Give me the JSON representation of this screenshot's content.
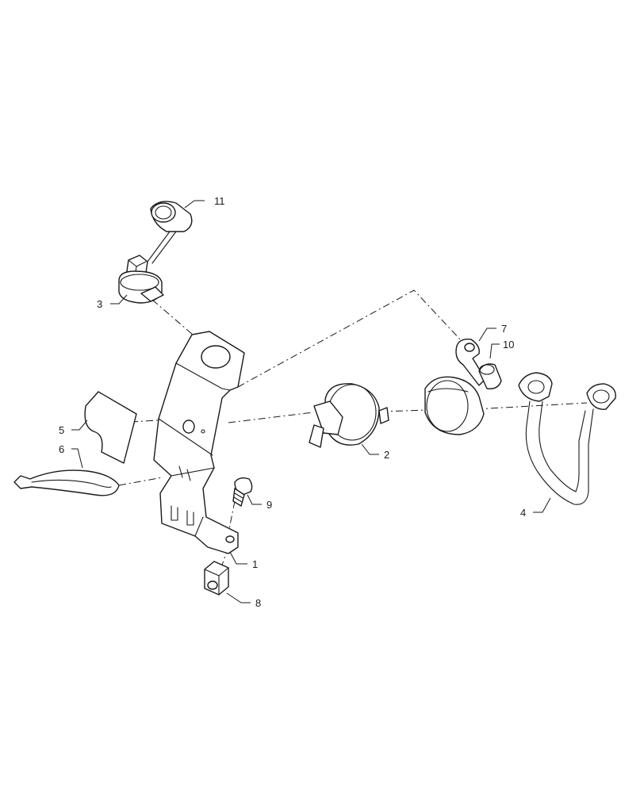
{
  "callouts": [
    {
      "id": "1",
      "text": "1"
    },
    {
      "id": "2",
      "text": "2"
    },
    {
      "id": "3",
      "text": "3"
    },
    {
      "id": "4",
      "text": "4"
    },
    {
      "id": "5",
      "text": "5"
    },
    {
      "id": "6",
      "text": "6"
    },
    {
      "id": "7",
      "text": "7"
    },
    {
      "id": "8",
      "text": "8"
    },
    {
      "id": "9",
      "text": "9"
    },
    {
      "id": "10",
      "text": "10"
    },
    {
      "id": "11",
      "text": "11"
    }
  ],
  "colors": {
    "line": "#1a1a1a",
    "background": "#ffffff"
  }
}
